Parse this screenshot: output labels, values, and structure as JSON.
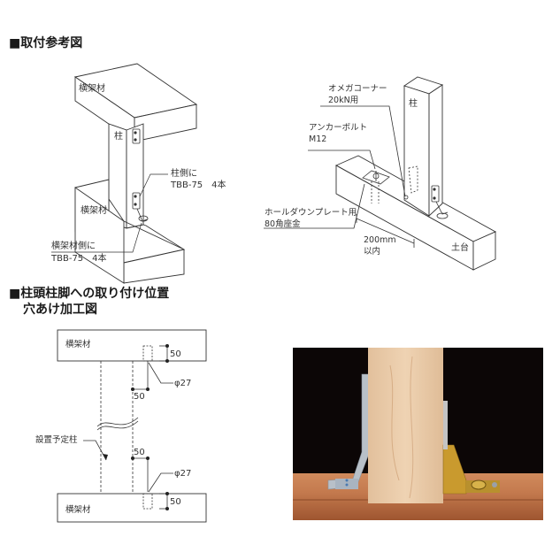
{
  "section1": {
    "title": "■取付参考図",
    "left_figure": {
      "beam_top_label": "横架材",
      "beam_bottom_label": "横架材",
      "column_label": "柱",
      "column_side_note": [
        "柱側に",
        "TBB-75　4本"
      ],
      "beam_side_note": [
        "横架材側に",
        "TBB-75　4本"
      ]
    },
    "right_figure": {
      "column_label": "柱",
      "sill_label": "土台",
      "omega_corner_note": [
        "オメガコーナー",
        "20kN用"
      ],
      "anchor_bolt_note": [
        "アンカーボルト",
        "M12"
      ],
      "washer_note": [
        "ホールダウンプレート用",
        "80角座金"
      ],
      "distance_note": [
        "200mm",
        "以内"
      ]
    }
  },
  "section2": {
    "title_line1": "■柱頭柱脚への取り付け位置",
    "title_line2": "穴あけ加工図",
    "drawing": {
      "top_beam_label": "横架材",
      "bottom_beam_label": "横架材",
      "column_label": "設置予定柱",
      "dim_depth_top": "50",
      "dim_offset_top": "50",
      "hole_top": "φ27",
      "dim_offset_bottom": "50",
      "hole_bottom": "φ27",
      "dim_depth_bottom": "50"
    }
  },
  "photo": {
    "description": "product-photo-column-with-brackets",
    "colors": {
      "background": "#0c0606",
      "column_wood": "#e8c9a6",
      "base_wood": "#c47a4e",
      "bracket_steel": "#b8c0c8",
      "bracket_gold": "#c99a2e"
    }
  }
}
